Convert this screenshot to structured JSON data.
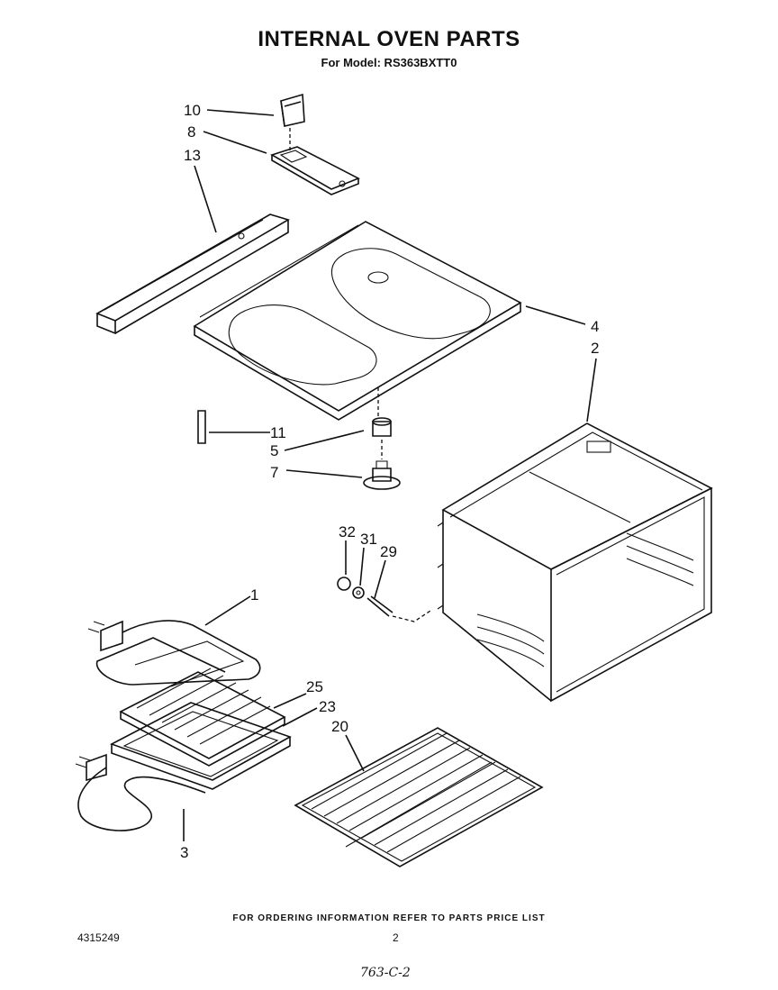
{
  "header": {
    "title": "INTERNAL OVEN PARTS",
    "subtitle": "For Model: RS363BXTT0"
  },
  "callouts": [
    "10",
    "8",
    "13",
    "4",
    "2",
    "11",
    "5",
    "7",
    "32",
    "31",
    "29",
    "1",
    "25",
    "23",
    "20",
    "3"
  ],
  "footer": {
    "ordering_note": "FOR ORDERING INFORMATION REFER TO PARTS PRICE LIST",
    "document_number": "4315249",
    "page_number": "2",
    "handwritten_code": "763-C-2"
  }
}
